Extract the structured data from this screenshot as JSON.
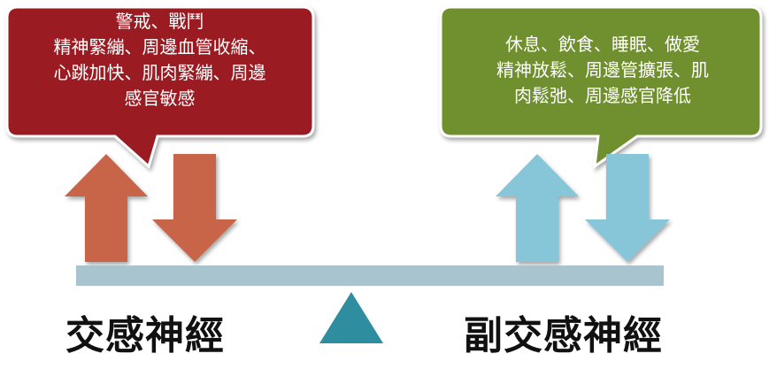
{
  "sympathetic": {
    "label": "交感神經",
    "bubble_lines": [
      "警戒、戰鬥",
      "精神緊繃、周邊血管收縮、",
      "心跳加快、肌肉緊繃、周邊",
      "感官敏感"
    ],
    "bubble_color": "#9a1f24",
    "arrow_color": "#c8654a"
  },
  "parasympathetic": {
    "label": "副交感神經",
    "bubble_lines": [
      "休息、飲食、睡眠、做愛",
      "精神放鬆、周邊管擴張、肌",
      "肉鬆弛、周邊感官降低"
    ],
    "bubble_color": "#6f8f2f",
    "arrow_color": "#86c6d8"
  },
  "balance": {
    "beam_color": "#a8c4cf",
    "fulcrum_color": "#2e8ea0"
  }
}
